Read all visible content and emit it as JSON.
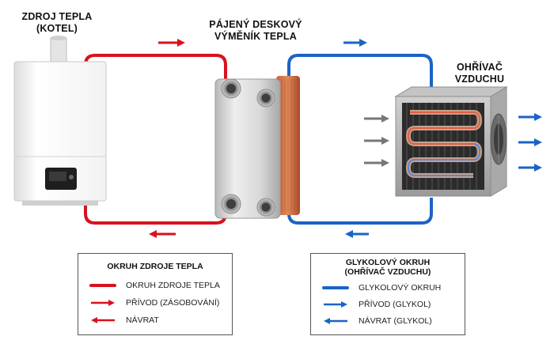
{
  "labels": {
    "source": [
      "ZDROJ TEPLA",
      "(KOTEL)"
    ],
    "exchanger": [
      "PÁJENÝ DESKOVÝ",
      "VÝMĚNÍK TEPLA"
    ],
    "heater": [
      "OHŘÍVAČ",
      "VZDUCHU"
    ]
  },
  "legend_left": {
    "title": "OKRUH ZDROJE TEPLA",
    "items": [
      {
        "symbol": "line",
        "label": "OKRUH ZDROJE TEPLA"
      },
      {
        "symbol": "arrow-right",
        "label": "PŘÍVOD (ZÁSOBOVÁNÍ)"
      },
      {
        "symbol": "arrow-left",
        "label": "NÁVRAT"
      }
    ]
  },
  "legend_right": {
    "title": [
      "GLYKOLOVÝ OKRUH",
      "(OHŘÍVAČ VZDUCHU)"
    ],
    "items": [
      {
        "symbol": "line",
        "label": "GLYKOLOVÝ OKRUH"
      },
      {
        "symbol": "arrow-right",
        "label": "PŘÍVOD (GLYKOL)"
      },
      {
        "symbol": "arrow-left",
        "label": "NÁVRAT (GLYKOL)"
      }
    ]
  },
  "colors": {
    "source_circuit": "#d7121e",
    "glycol_circuit": "#1b63c6",
    "airflow_arrow": "#777777"
  },
  "icons": [
    "boiler-icon",
    "plate-heat-exchanger-icon",
    "air-heater-icon",
    "fan-icon"
  ]
}
